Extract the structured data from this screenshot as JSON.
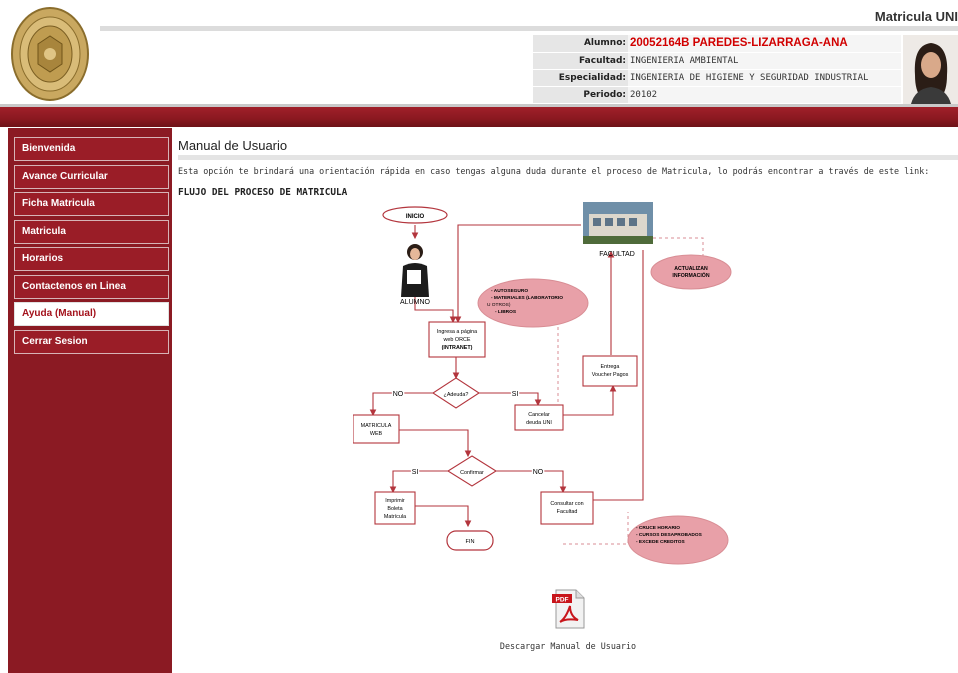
{
  "app": {
    "title": "Matricula UNI"
  },
  "student": {
    "alumno_label": "Alumno:",
    "alumno_value": "20052164B PAREDES-LIZARRAGA-ANA",
    "facultad_label": "Facultad:",
    "facultad_value": "INGENIERIA AMBIENTAL",
    "especialidad_label": "Especialidad:",
    "especialidad_value": "INGENIERIA DE HIGIENE Y SEGURIDAD INDUSTRIAL",
    "periodo_label": "Periodo:",
    "periodo_value": "20102"
  },
  "sidebar": {
    "items": [
      {
        "label": "Bienvenida"
      },
      {
        "label": "Avance Curricular"
      },
      {
        "label": "Ficha Matricula"
      },
      {
        "label": "Matricula"
      },
      {
        "label": "Horarios"
      },
      {
        "label": "Contactenos en Linea"
      },
      {
        "label": "Ayuda (Manual)",
        "active": true
      },
      {
        "label": "Cerrar Sesion"
      }
    ]
  },
  "main": {
    "title": "Manual de Usuario",
    "intro": "Esta opción te brindará una orientación rápida en caso tengas alguna duda durante el proceso de Matricula, lo podrás encontrar a través de este link:",
    "flow_title": "FLUJO DEL PROCESO DE MATRICULA",
    "download_label": "Descargar Manual de Usuario",
    "pdf_badge": "PDF"
  },
  "flow": {
    "inicio": "INICIO",
    "alumno": "ALUMNO",
    "facultad": "FACULTAD",
    "actualizan_1": "ACTUALIZAN",
    "actualizan_2": "INFORMACIÓN",
    "ingresa_1": "Ingresa a página",
    "ingresa_2": "web ORCE",
    "ingresa_3": "(INTRANET)",
    "cloud1_1": "- AUTOSEGURO",
    "cloud1_2": "- MATERIALES (LABORATORIO",
    "cloud1_3": "U OTROS)",
    "cloud1_4": "- LIBROS",
    "entrega_1": "Entrega",
    "entrega_2": "Voucher Pagos",
    "adeuda": "¿Adeuda?",
    "no": "NO",
    "si": "SI",
    "cancelar_1": "Cancelar",
    "cancelar_2": "deuda UNI",
    "matricula_1": "MATRICULA",
    "matricula_2": "WEB",
    "confirmar": "Confirmar",
    "imprimir_1": "Imprimir",
    "imprimir_2": "Boleta",
    "imprimir_3": "Matrícula",
    "consultar_1": "Consultar con",
    "consultar_2": "Facultad",
    "fin": "FIN",
    "cloud2_1": "- CRUCE HORARIO",
    "cloud2_2": "- CURSOS DESAPROBADOS",
    "cloud2_3": "- EXCEDE CREDITOS"
  },
  "colors": {
    "brand": "#8b1a23",
    "accent_red": "#d10000",
    "flow_line": "#b3353d",
    "cloud": "#e8a0a8"
  },
  "icons": [
    "university-seal-icon",
    "student-photo",
    "pdf-icon",
    "building-icon",
    "student-figure-icon"
  ]
}
